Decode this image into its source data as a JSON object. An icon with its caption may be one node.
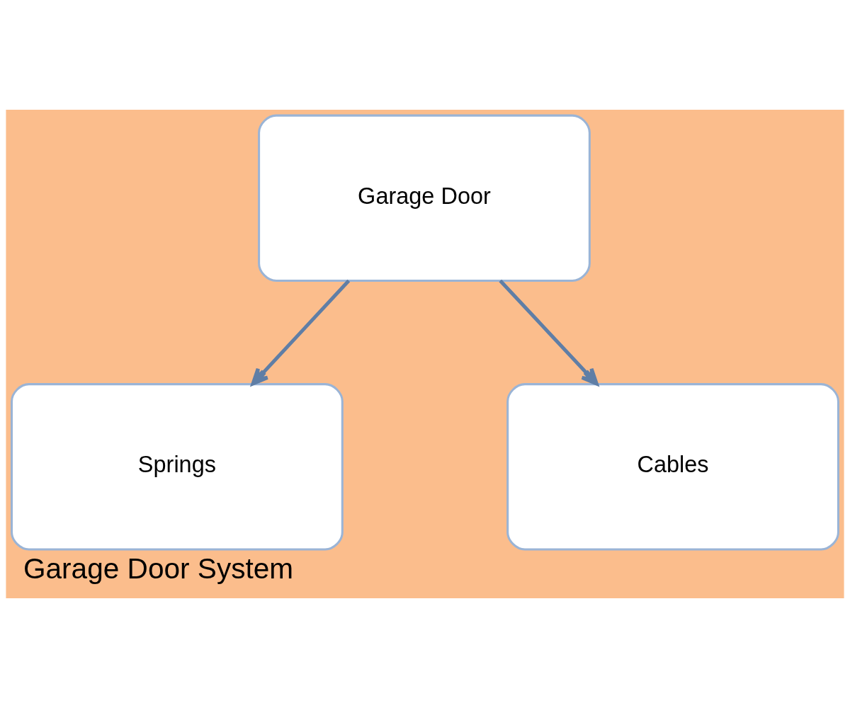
{
  "diagram": {
    "caption": "Garage Door System",
    "nodes": [
      {
        "text": [
          "Garage Door"
        ]
      },
      {
        "text": [
          "Springs"
        ]
      },
      {
        "text": [
          "Cables"
        ]
      }
    ],
    "edges": [
      {
        "from": 0,
        "to": 1,
        "arrow": "to"
      },
      {
        "from": 0,
        "to": 2,
        "arrow": "to"
      }
    ]
  }
}
